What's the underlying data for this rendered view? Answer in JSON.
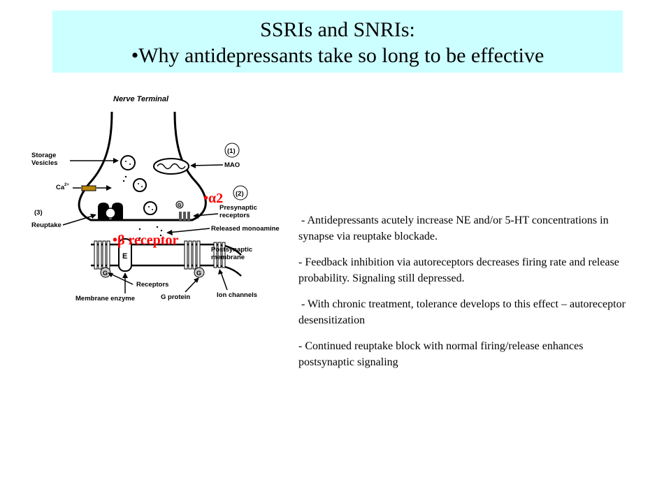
{
  "title": {
    "line1": "SSRIs and SNRIs:",
    "line2": "•Why antidepressants take so long to be effective"
  },
  "diagram": {
    "nerve_terminal": "Nerve Terminal",
    "storage_vesicles_1": "Storage",
    "storage_vesicles_2": "Vesicles",
    "calcium": "Ca",
    "calcium_sup": "2+",
    "reuptake_num": "(3)",
    "reuptake": "Reuptake",
    "mao_num": "(1)",
    "mao": "MAO",
    "presyn_num": "(2)",
    "presyn_1": "Presynaptic",
    "presyn_2": "receptors",
    "released": "Released monoamine",
    "postsyn_1": "Postsynaptic",
    "postsyn_2": "membrane",
    "receptors": "Receptors",
    "membrane_enzyme": "Membrane enzyme",
    "g_protein": "G protein",
    "ion_channels": "Ion channels",
    "e_label": "E",
    "g_label": "G",
    "alpha2": "•α2",
    "beta_receptor": "•β receptor"
  },
  "body": [
    " - Antidepressants acutely increase NE and/or 5-HT concentrations in synapse via reuptake blockade.",
    "- Feedback inhibition via autoreceptors decreases firing rate and release probability. Signaling still depressed.",
    " - With chronic treatment, tolerance develops to this effect – autoreceptor desensitization",
    "- Continued reuptake block with normal firing/release enhances postsynaptic signaling"
  ]
}
